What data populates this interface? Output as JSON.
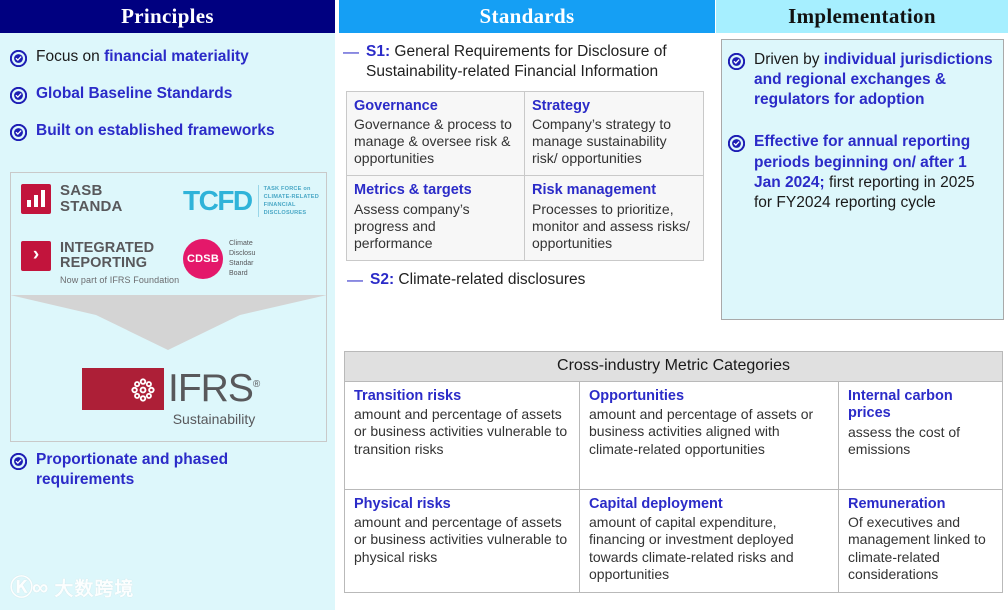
{
  "columns": {
    "principles": {
      "header": "Principles",
      "header_bg": "#000080",
      "bullets": [
        {
          "icon": "circle-check-icon",
          "plain_prefix": "Focus on ",
          "highlight": "financial materiality",
          "plain_suffix": ""
        },
        {
          "icon": "circle-check-icon",
          "plain_prefix": "",
          "highlight": "Global Baseline Standards",
          "plain_suffix": ""
        },
        {
          "icon": "circle-check-icon",
          "plain_prefix": "",
          "highlight": "Built on established frameworks",
          "plain_suffix": ""
        }
      ],
      "last_bullet": {
        "icon": "circle-check-icon",
        "highlight": "Proportionate and phased requirements"
      },
      "logos": {
        "sasb": {
          "name": "SASB",
          "line1": "SASB",
          "line2": "STANDA"
        },
        "tcfd": {
          "word": "TCFD",
          "sub_lines": [
            "TASK FORCE on",
            "CLIMATE-RELATED",
            "FINANCIAL",
            "DISCLOSURES"
          ]
        },
        "integrated_reporting": {
          "line1": "INTEGRATED",
          "line2": "REPORTING",
          "note": "Now part of IFRS Foundation"
        },
        "cdsb": {
          "abbr": "CDSB",
          "sub_lines": [
            "Climate",
            "Disclosu",
            "Standar",
            "Board"
          ]
        },
        "ifrs": {
          "word": "IFRS",
          "reg": "®",
          "sub": "Sustainability"
        }
      },
      "watermark": {
        "glyph": "Ⓚ∞",
        "text": "大数跨境"
      }
    },
    "standards": {
      "header": "Standards",
      "header_bg": "#159ff4",
      "s1": {
        "dash": "—",
        "code": "S1:",
        "text": " General Requirements for Disclosure of Sustainability-related Financial Information"
      },
      "quadrants": [
        {
          "title": "Governance",
          "desc": "Governance & process to manage & oversee risk & opportunities"
        },
        {
          "title": "Strategy",
          "desc": "Company’s strategy to manage sustainability risk/ opportunities"
        },
        {
          "title": "Metrics & targets",
          "desc": "Assess company’s progress and performance"
        },
        {
          "title": "Risk management",
          "desc": "Processes to prioritize, monitor and assess risks/ opportunities"
        }
      ],
      "s2": {
        "dash": "—",
        "code": "S2:",
        "text": " Climate-related disclosures"
      }
    },
    "implementation": {
      "header": "Implementation",
      "header_bg": "#a6efff",
      "bullets": [
        {
          "icon": "circle-check-icon",
          "plain_prefix": "Driven by ",
          "highlight": "individual jurisdictions and regional exchanges & regulators for adoption",
          "plain_suffix": ""
        },
        {
          "icon": "circle-check-icon",
          "plain_prefix": "",
          "highlight": "Effective for annual reporting periods beginning on/ after 1 Jan 2024;",
          "plain_suffix": " first reporting in 2025 for FY2024 reporting cycle"
        }
      ]
    }
  },
  "metrics_table": {
    "title": "Cross-industry Metric Categories",
    "cells": [
      {
        "title": "Transition risks",
        "desc": "amount and percentage of assets or business activities vulnerable to transition risks"
      },
      {
        "title": "Opportunities",
        "desc": "amount and percentage of assets or business activities aligned with climate-related opportunities"
      },
      {
        "title": "Internal carbon prices",
        "desc": "assess the cost of emissions"
      },
      {
        "title": "Physical risks",
        "desc": "amount and percentage of assets or business activities vulnerable to physical risks"
      },
      {
        "title": "Capital deployment",
        "desc": "amount of capital expenditure, financing or investment deployed towards climate-related risks and opportunities"
      },
      {
        "title": "Remuneration",
        "desc": "Of executives and management linked to climate-related considerations"
      }
    ]
  },
  "colors": {
    "navy": "#000080",
    "bright_blue": "#159ff4",
    "cyan": "#a6efff",
    "pale_cyan_bg": "#ddf7fb",
    "accent_blue_text": "#2b2bc8",
    "crimson": "#c2143c",
    "magenta": "#e4186a",
    "tcfd_teal": "#2fb3d9"
  }
}
